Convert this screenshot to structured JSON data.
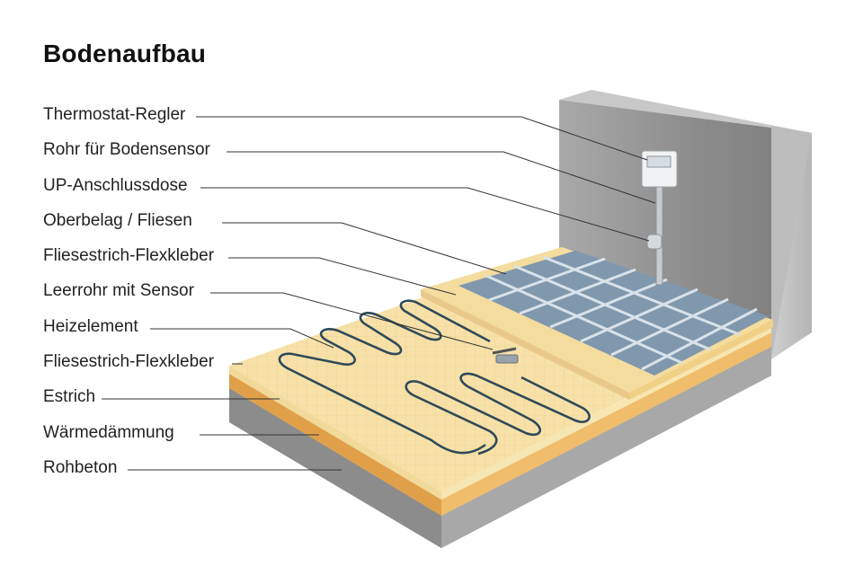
{
  "title": "Bodenaufbau",
  "labels": [
    "Thermostat-Regler",
    "Rohr für Bodensensor",
    "UP-Anschlussdose",
    "Oberbelag / Fliesen",
    "Fliesestrich-Flexkleber",
    "Leerrohr mit Sensor",
    "Heizelement",
    "Fliesestrich-Flexkleber",
    "Estrich",
    "Wärmedämmung",
    "Rohbeton"
  ],
  "colors": {
    "concrete": "#8a8a8a",
    "insulation": "#e3a54a",
    "screed": "#f2dfa6",
    "tiles": "#8ea8bd",
    "wall": "#9a9a9a",
    "heating_cable": "#2f4a5a"
  }
}
